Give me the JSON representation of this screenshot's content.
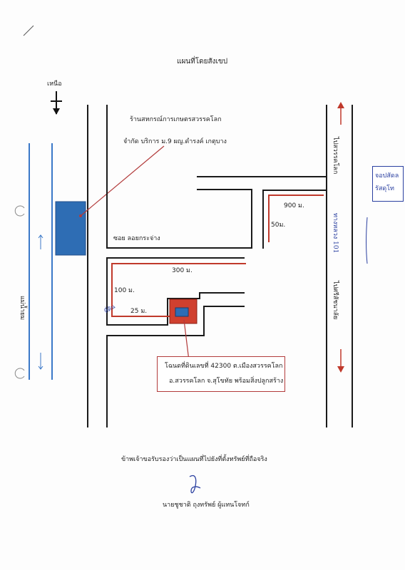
{
  "document": {
    "title": "แผนที่โดยสังเขป",
    "north_label": "เหนือ",
    "certify_text": "ข้าพเจ้าขอรับรองว่าเป็นแผนที่ไปยังที่ตั้งทรัพย์ที่ถือจริง",
    "signature_name": "นายชูชาติ ถุงทรัพย์ ผู้แทนโจทก์",
    "signature_mark": "6"
  },
  "map": {
    "shop_line1": "ร้านสหกรณ์การเกษตรสวรรคโลก",
    "shop_line2": "จำกัด บริการ ม.9 ผญ.ดำรงค์ เกตุบาง",
    "road_river": "แม่น้ำยม",
    "soi_label": "ซอย ลอยกระจ่าง",
    "road_right_top": "ไปสวรรคโลก",
    "road_right_bottom": "ไปศรีสัชนาลัย",
    "road_number_hand": "ทางหลวง 101",
    "dist_900": "900 ม.",
    "dist_50": "50ม.",
    "dist_300": "300 ม.",
    "dist_100": "100 ม.",
    "dist_25": "25 ม.",
    "hand_mark": "ที่ดิน",
    "property_line1": "โฉนดที่ดินเลขที่ 42300 ต.เมืองสวรรคโลก",
    "property_line2": "อ.สวรรคโลก จ.สุโขทัย พร้อมสิ่งปลูกสร้าง",
    "note_line1": "จอปสัดล",
    "note_line2": "รัสดุโท",
    "colors": {
      "road": "#1a1a1a",
      "route": "#c0392b",
      "river": "#3a78c8",
      "shop_fill": "#2e6db4",
      "property_fill": "#d0402f",
      "house_fill": "#2e6db4"
    }
  }
}
